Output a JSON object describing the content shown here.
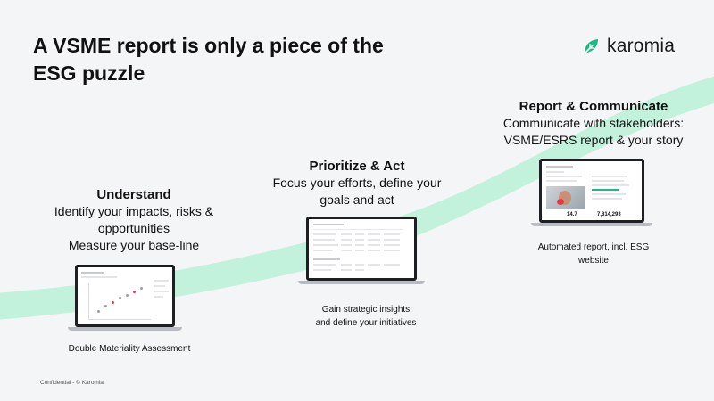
{
  "title": "A VSME report is only a piece of the ESG puzzle",
  "logo": {
    "text": "karomia",
    "icon": "karomia-leaf-icon",
    "color": "#1fb883"
  },
  "stages": {
    "understand": {
      "heading": "Understand",
      "lines": [
        "Identify your impacts, risks &",
        "opportunities",
        "Measure your base-line"
      ],
      "caption": "Double Materiality Assessment"
    },
    "prioritize": {
      "heading": "Prioritize & Act",
      "lines": [
        "Focus your efforts, define your",
        "goals and act"
      ],
      "caption_lines": [
        "Gain strategic insights",
        "and define your initiatives"
      ]
    },
    "report": {
      "heading": "Report & Communicate",
      "lines": [
        "Communicate with stakeholders:",
        "VSME/ESRS report & your story"
      ],
      "caption_lines": [
        "Automated report, incl. ESG",
        "website"
      ],
      "screen_values": [
        "14.7",
        "7,814,293"
      ]
    }
  },
  "footer": "Confidential - © Karomia",
  "colors": {
    "background": "#f4f5f7",
    "wave": "#b8f0d7",
    "brand": "#1fb883",
    "accent_red": "#e63946"
  }
}
